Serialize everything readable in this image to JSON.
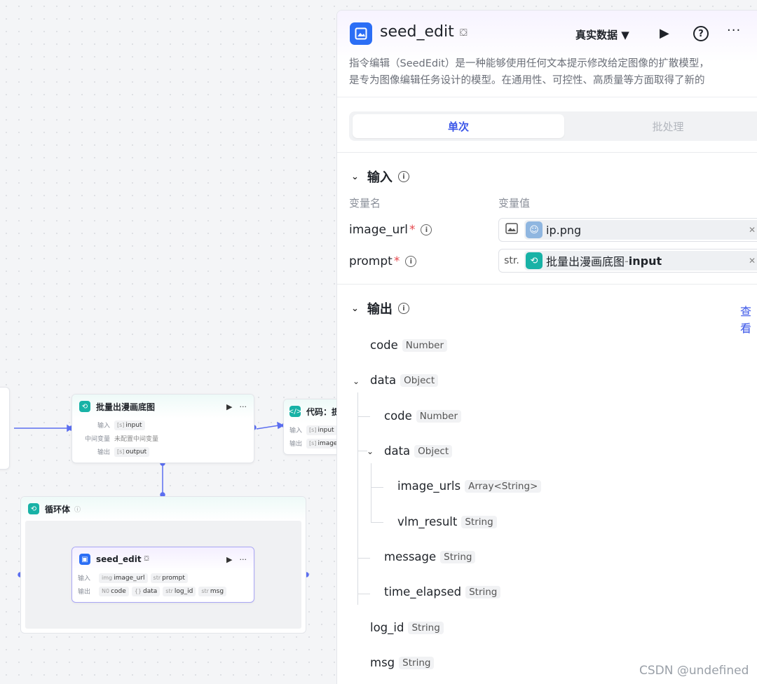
{
  "canvas": {
    "node_batch": {
      "title": "批量出漫画底图",
      "rows": [
        {
          "label": "输入",
          "tags": [
            {
              "icon": "[s]",
              "text": "input"
            }
          ]
        },
        {
          "label": "中间变量",
          "text": "未配置中间变量"
        },
        {
          "label": "输出",
          "tags": [
            {
              "icon": "[s]",
              "text": "output"
            }
          ]
        }
      ]
    },
    "node_code": {
      "title": "代码：提",
      "rows": [
        {
          "label": "输入",
          "tags": [
            {
              "icon": "[s]",
              "text": "input"
            }
          ]
        },
        {
          "label": "输出",
          "tags": [
            {
              "icon": "[s]",
              "text": "image_"
            }
          ]
        }
      ]
    },
    "loop": {
      "title": "循环体"
    },
    "node_seed": {
      "title": "seed_edit",
      "rows": [
        {
          "label": "输入",
          "tags": [
            {
              "icon": "img",
              "text": "image_url"
            },
            {
              "icon": "str",
              "text": "prompt"
            }
          ]
        },
        {
          "label": "输出",
          "tags": [
            {
              "icon": "N0",
              "text": "code"
            },
            {
              "icon": "{}",
              "text": "data"
            },
            {
              "icon": "str",
              "text": "log_id"
            },
            {
              "icon": "str",
              "text": "msg"
            }
          ]
        }
      ]
    }
  },
  "panel": {
    "title": "seed_edit",
    "data_mode": "真实数据 ▼",
    "description_line1": "指令编辑（SeedEdit）是一种能够使用任何文本提示修改给定图像的扩散模型，",
    "description_line2": "是专为图像编辑任务设计的模型。在通用性、可控性、高质量等方面取得了新的",
    "tabs": [
      {
        "label": "单次",
        "active": true
      },
      {
        "label": "批处理",
        "active": false
      }
    ],
    "input_section": {
      "title": "输入",
      "col_name": "变量名",
      "col_value": "变量值",
      "vars": [
        {
          "name": "image_url",
          "type": "img",
          "value": "ip.png"
        },
        {
          "name": "prompt",
          "type": "str.",
          "value_node": "批量出漫画底图",
          "value_sep": " - ",
          "value_field": "input"
        }
      ]
    },
    "output_section": {
      "title": "输出",
      "view_label": "查看",
      "tree": [
        {
          "name": "code",
          "type": "Number"
        },
        {
          "name": "data",
          "type": "Object"
        },
        {
          "name": "code",
          "type": "Number"
        },
        {
          "name": "data",
          "type": "Object"
        },
        {
          "name": "image_urls",
          "type": "Array<String>"
        },
        {
          "name": "vlm_result",
          "type": "String"
        },
        {
          "name": "message",
          "type": "String"
        },
        {
          "name": "time_elapsed",
          "type": "String"
        },
        {
          "name": "log_id",
          "type": "String"
        },
        {
          "name": "msg",
          "type": "String"
        }
      ]
    }
  },
  "watermark": "CSDN @undefined",
  "colors": {
    "accent": "#3b56e8",
    "teal": "#18b2a6",
    "blue": "#2b6ef5",
    "edge": "#5b6ef0"
  }
}
